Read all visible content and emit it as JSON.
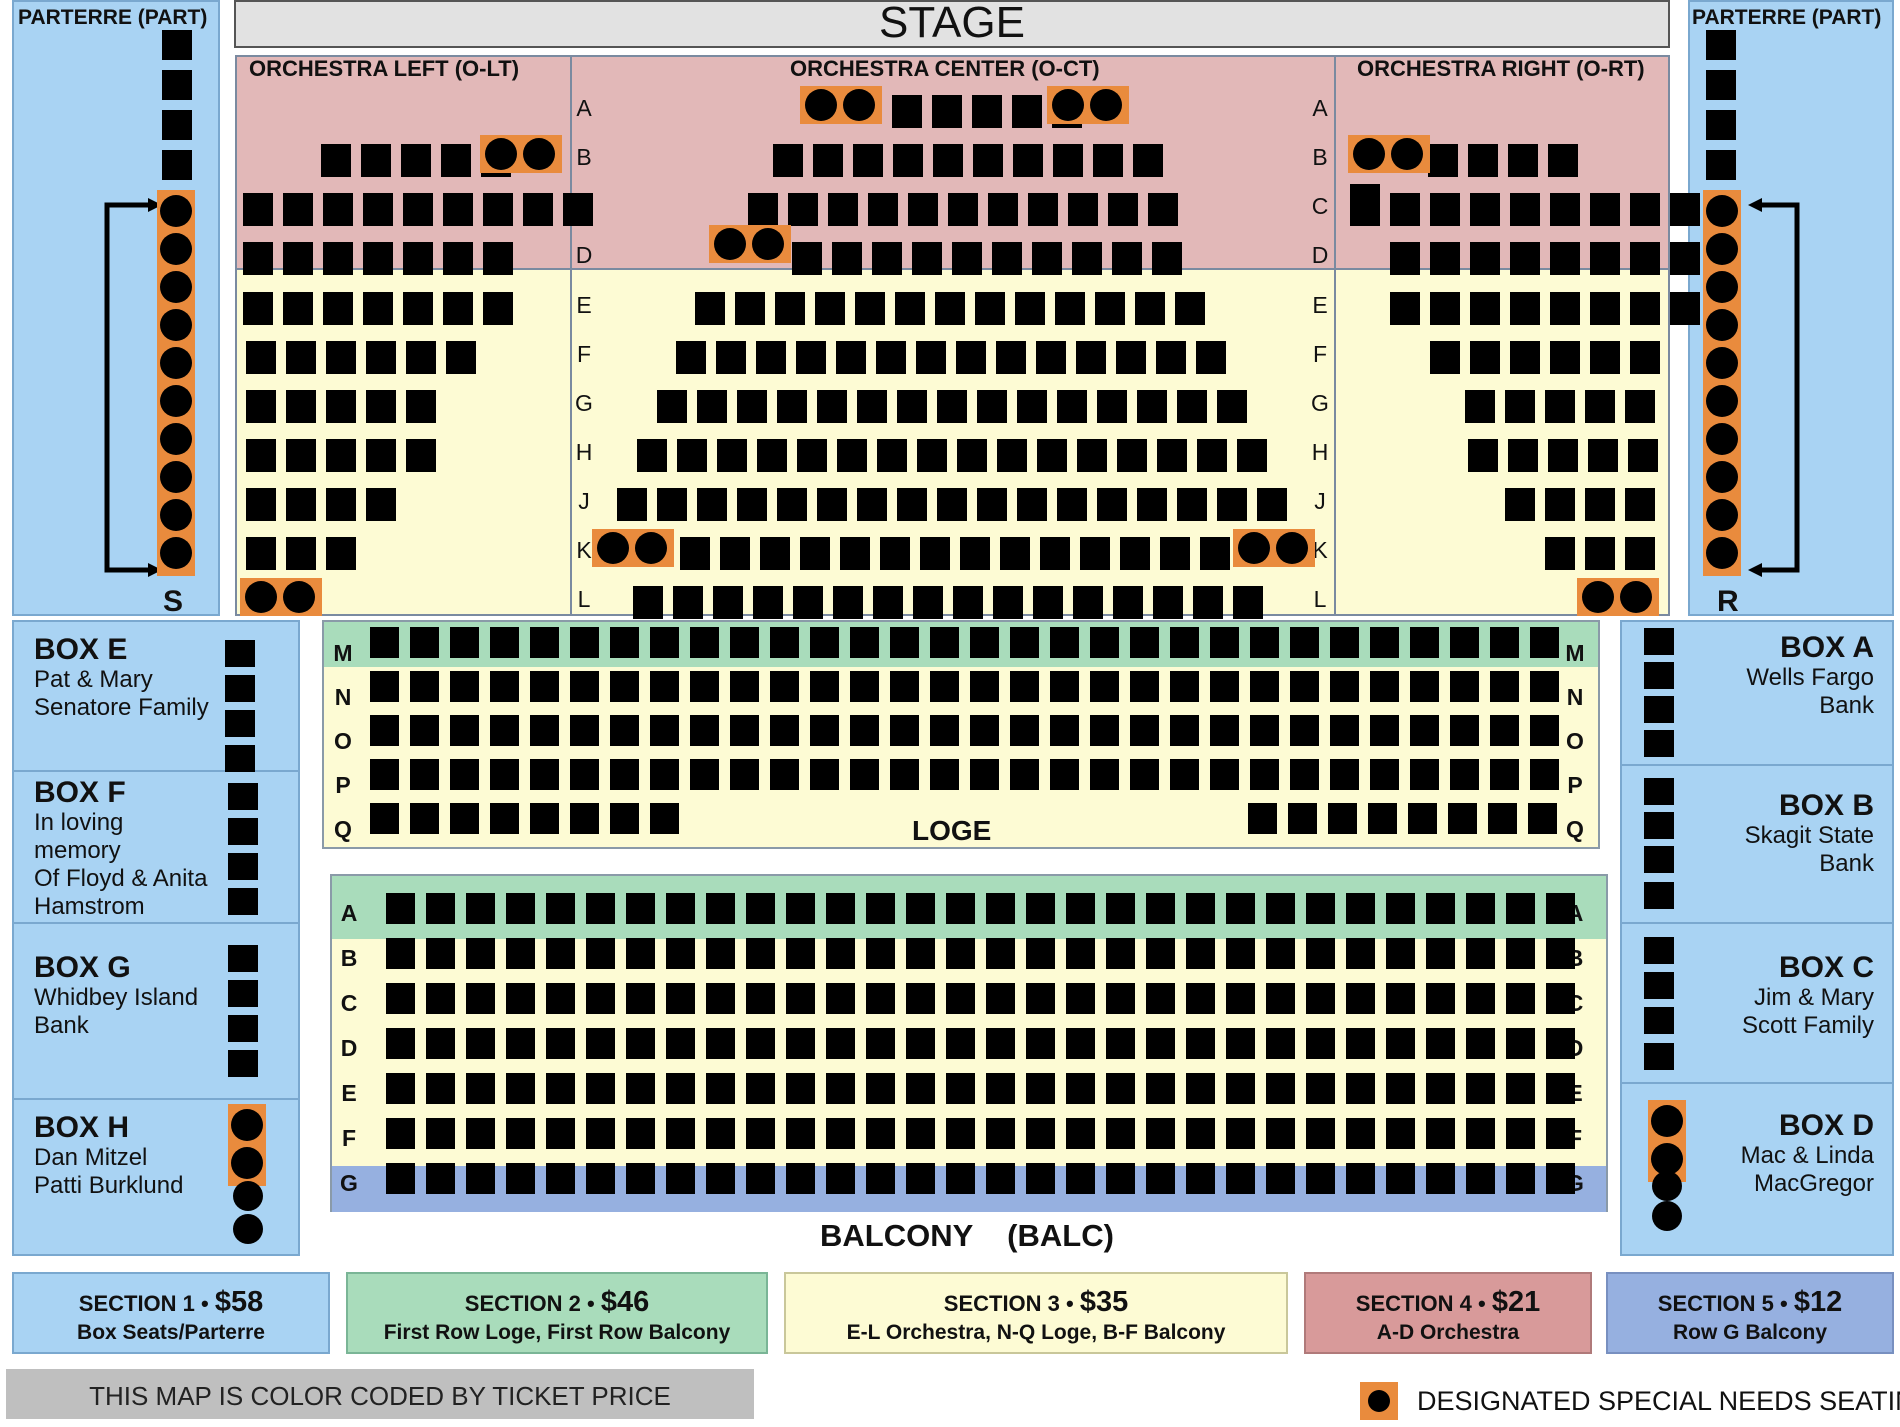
{
  "stage": "STAGE",
  "parterre": {
    "left": "PARTERRE  (PART)",
    "right": "PARTERRE  (PART)",
    "left_letter": "S",
    "right_letter": "R"
  },
  "orchestra": {
    "left": "ORCHESTRA  LEFT  (O-LT)",
    "center": "ORCHESTRA  CENTER    (O-CT)",
    "right": "ORCHESTRA  RIGHT (O-RT)",
    "rows": [
      "A",
      "B",
      "C",
      "D",
      "E",
      "F",
      "G",
      "H",
      "J",
      "K",
      "L"
    ]
  },
  "loge": {
    "label": "LOGE",
    "rows": [
      "M",
      "N",
      "O",
      "P",
      "Q"
    ]
  },
  "balcony": {
    "label": "BALCONY    (BALC)",
    "rows": [
      "A",
      "B",
      "C",
      "D",
      "E",
      "F",
      "G"
    ]
  },
  "boxes": {
    "e": {
      "title": "BOX E",
      "lines": [
        "Pat & Mary",
        "Senatore Family"
      ]
    },
    "f": {
      "title": "BOX F",
      "lines": [
        "In loving",
        "memory",
        "Of Floyd & Anita",
        "Hamstrom"
      ]
    },
    "g": {
      "title": "BOX G",
      "lines": [
        "Whidbey Island",
        "Bank"
      ]
    },
    "h": {
      "title": "BOX H",
      "lines": [
        "Dan Mitzel",
        "Patti Burklund"
      ]
    },
    "a": {
      "title": "BOX A",
      "lines": [
        "Wells Fargo",
        "Bank"
      ]
    },
    "b": {
      "title": "BOX B",
      "lines": [
        "Skagit State",
        "Bank"
      ]
    },
    "c": {
      "title": "BOX C",
      "lines": [
        "Jim & Mary",
        "Scott Family"
      ]
    },
    "d": {
      "title": "BOX D",
      "lines": [
        "Mac & Linda",
        "MacGregor"
      ]
    }
  },
  "sections": [
    {
      "name": "SECTION 1 •",
      "price": "$58",
      "desc": "Box Seats/Parterre",
      "color": "#a9d3f3"
    },
    {
      "name": "SECTION 2 •",
      "price": "$46",
      "desc": "First Row Loge, First Row Balcony",
      "color": "#a9dcbb"
    },
    {
      "name": "SECTION 3 •",
      "price": "$35",
      "desc": "E-L Orchestra, N-Q Loge, B-F Balcony",
      "color": "#fdfbd4"
    },
    {
      "name": "SECTION 4 •",
      "price": "$21",
      "desc": "A-D Orchestra",
      "color": "#d89a9a"
    },
    {
      "name": "SECTION 5 •",
      "price": "$12",
      "desc": "Row G Balcony",
      "color": "#96b0e0"
    }
  ],
  "footer": {
    "color_note": "THIS MAP IS COLOR CODED BY TICKET PRICE",
    "special_needs": "DESIGNATED SPECIAL NEEDS SEATING"
  },
  "colors": {
    "accessible": "#e98b3d",
    "seat": "#000000"
  }
}
